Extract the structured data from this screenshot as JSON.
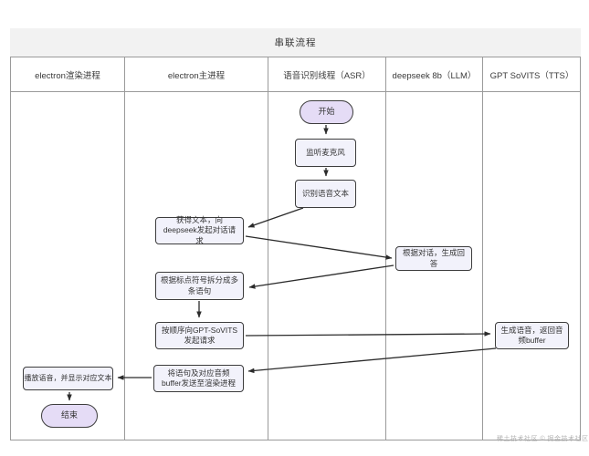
{
  "title": "串联流程",
  "lanes": [
    {
      "label": "electron渲染进程"
    },
    {
      "label": "electron主进程"
    },
    {
      "label": "语音识别线程（ASR）"
    },
    {
      "label": "deepseek 8b（LLM）"
    },
    {
      "label": "GPT SoVITS（TTS）"
    }
  ],
  "nodes": {
    "start": {
      "label": "开始",
      "shape": "pill",
      "lane": "语音识别线程（ASR）"
    },
    "listen_mic": {
      "label": "监听麦克风",
      "shape": "rect",
      "lane": "语音识别线程（ASR）"
    },
    "recognize_text": {
      "label": "识别语音文本",
      "shape": "rect",
      "lane": "语音识别线程（ASR）"
    },
    "get_text_request_deepseek": {
      "label": "获得文本，向deepseek发起对话请求",
      "shape": "rect",
      "lane": "electron主进程"
    },
    "split_by_punctuation": {
      "label": "根据标点符号拆分成多条语句",
      "shape": "rect",
      "lane": "electron主进程"
    },
    "request_gpt_sovits": {
      "label": "按顺序向GPT-SoVITS发起请求",
      "shape": "rect",
      "lane": "electron主进程"
    },
    "send_buffer_to_renderer": {
      "label": "将语句及对应音频buffer发送至渲染进程",
      "shape": "rect",
      "lane": "electron主进程"
    },
    "generate_answer": {
      "label": "根据对话，生成回答",
      "shape": "rect",
      "lane": "deepseek 8b（LLM）"
    },
    "generate_voice_buffer": {
      "label": "生成语音，返回音频buffer",
      "shape": "rect",
      "lane": "GPT SoVITS（TTS）"
    },
    "play_voice_show_text": {
      "label": "播放语音，并显示对应文本",
      "shape": "rect",
      "lane": "electron渲染进程"
    },
    "end": {
      "label": "结束",
      "shape": "pill",
      "lane": "electron渲染进程"
    }
  },
  "edges": [
    {
      "from": "start",
      "to": "listen_mic"
    },
    {
      "from": "listen_mic",
      "to": "recognize_text"
    },
    {
      "from": "recognize_text",
      "to": "get_text_request_deepseek"
    },
    {
      "from": "get_text_request_deepseek",
      "to": "generate_answer"
    },
    {
      "from": "generate_answer",
      "to": "split_by_punctuation"
    },
    {
      "from": "split_by_punctuation",
      "to": "request_gpt_sovits"
    },
    {
      "from": "request_gpt_sovits",
      "to": "generate_voice_buffer"
    },
    {
      "from": "generate_voice_buffer",
      "to": "send_buffer_to_renderer"
    },
    {
      "from": "send_buffer_to_renderer",
      "to": "play_voice_show_text"
    },
    {
      "from": "play_voice_show_text",
      "to": "end"
    }
  ],
  "watermark": "稀土技术社区 © 掘金技术社区",
  "colors": {
    "pill_fill": "#e5dcf6",
    "rect_fill": "#f2f2fb",
    "node_border": "#3d3d3d",
    "table_border": "#9a9a9a",
    "title_bg": "#f2f2f2",
    "arrow": "#2b2b2b",
    "text": "#3a3a3a",
    "watermark": "#b3b3b3"
  }
}
